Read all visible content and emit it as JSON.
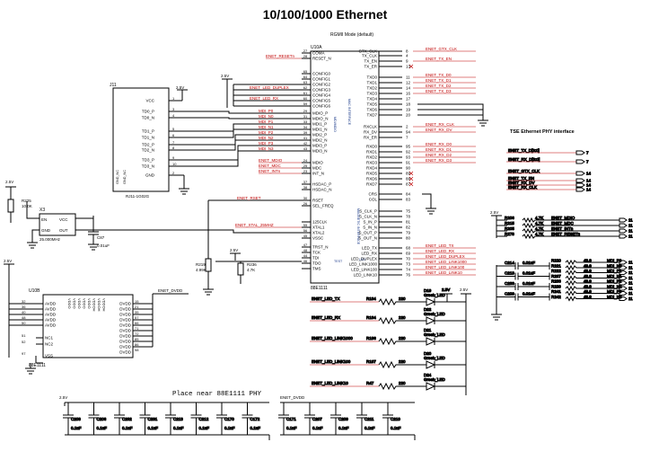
{
  "title": "10/100/1000 Ethernet",
  "mode_label": "RGMII Mode (default)",
  "note": "Place near 88E1111 PHY",
  "tse_title": "TSE Ethernet PHY interface",
  "u10a": {
    "ref": "U10A",
    "part": "88E1111",
    "side_labels": [
      "MAC INTERFACE",
      "MDI/MDIO",
      "MAGNETIC INTERFACE",
      "LED",
      "TEST"
    ],
    "left_pins": [
      {
        "num": "27",
        "name": "COMA",
        "net": ""
      },
      {
        "num": "28",
        "name": "RESET_N",
        "net": "ENET_RESETn"
      },
      {
        "num": "65",
        "name": "CONFIG0",
        "net": ""
      },
      {
        "num": "64",
        "name": "CONFIG1",
        "net": ""
      },
      {
        "num": "63",
        "name": "CONFIG2",
        "net": ""
      },
      {
        "num": "62",
        "name": "CONFIG3",
        "net": "ENET_LED_DUPLEX"
      },
      {
        "num": "61",
        "name": "CONFIG4",
        "net": ""
      },
      {
        "num": "60",
        "name": "CONFIG5",
        "net": "ENET_LED_RX"
      },
      {
        "num": "59",
        "name": "CONFIG6",
        "net": ""
      },
      {
        "num": "29",
        "name": "MDIO_P",
        "net": "MDI_P0"
      },
      {
        "num": "31",
        "name": "MDIO_N",
        "net": "MDI_N0"
      },
      {
        "num": "33",
        "name": "MDI1_P",
        "net": "MDI_P1"
      },
      {
        "num": "34",
        "name": "MDI1_N",
        "net": "MDI_N1"
      },
      {
        "num": "39",
        "name": "MDI2_P",
        "net": "MDI_P2"
      },
      {
        "num": "41",
        "name": "MDI2_N",
        "net": "MDI_N2"
      },
      {
        "num": "42",
        "name": "MDI3_P",
        "net": "MDI_P3"
      },
      {
        "num": "43",
        "name": "MDI3_N",
        "net": "MDI_N3"
      },
      {
        "num": "24",
        "name": "MDIO",
        "net": "ENET_MDIO"
      },
      {
        "num": "25",
        "name": "MDC",
        "net": "ENET_MDC"
      },
      {
        "num": "23",
        "name": "INT_N",
        "net": "ENET_INTn"
      },
      {
        "num": "37",
        "name": "HSDAC_P",
        "net": ""
      },
      {
        "num": "38",
        "name": "HSDAC_N",
        "net": ""
      },
      {
        "num": "30",
        "name": "RSET",
        "net": "ENET_RSET"
      },
      {
        "num": "26",
        "name": "SEL_FREQ",
        "net": ""
      },
      {
        "num": "",
        "name": "125CLK",
        "net": ""
      },
      {
        "num": "55",
        "name": "XTAL1",
        "net": "ENET_XTAL_25MHZ"
      },
      {
        "num": "56",
        "name": "XTAL2",
        "net": ""
      },
      {
        "num": "45",
        "name": "VSSC",
        "net": ""
      },
      {
        "num": "47",
        "name": "TRST_N",
        "net": ""
      },
      {
        "num": "48",
        "name": "TCK",
        "net": ""
      },
      {
        "num": "44",
        "name": "TDI",
        "net": ""
      },
      {
        "num": "46",
        "name": "TDO",
        "net": ""
      },
      {
        "num": "",
        "name": "TMS",
        "net": ""
      }
    ],
    "right_pins": [
      {
        "num": "8",
        "name": "GTX_CLK",
        "net": "ENET_GTX_CLK"
      },
      {
        "num": "4",
        "name": "TX_CLK",
        "net": ""
      },
      {
        "num": "9",
        "name": "TX_EN",
        "net": "ENET_TX_EN"
      },
      {
        "num": "13",
        "name": "TX_ER",
        "net": ""
      },
      {
        "num": "11",
        "name": "TXD0",
        "net": "ENET_TX_D0"
      },
      {
        "num": "12",
        "name": "TXD1",
        "net": "ENET_TX_D1"
      },
      {
        "num": "14",
        "name": "TXD2",
        "net": "ENET_TX_D2"
      },
      {
        "num": "16",
        "name": "TXD3",
        "net": "ENET_TX_D3"
      },
      {
        "num": "17",
        "name": "TXD4",
        "net": ""
      },
      {
        "num": "18",
        "name": "TXD5",
        "net": ""
      },
      {
        "num": "19",
        "name": "TXD6",
        "net": ""
      },
      {
        "num": "20",
        "name": "TXD7",
        "net": ""
      },
      {
        "num": "2",
        "name": "RXCLK",
        "net": "ENET_RX_CLK"
      },
      {
        "num": "94",
        "name": "RX_DV",
        "net": "ENET_RX_DV"
      },
      {
        "num": "7",
        "name": "RX_ER",
        "net": ""
      },
      {
        "num": "95",
        "name": "RXD0",
        "net": "ENET_RX_D0"
      },
      {
        "num": "92",
        "name": "RXD1",
        "net": "ENET_RX_D1"
      },
      {
        "num": "93",
        "name": "RXD2",
        "net": "ENET_RX_D2"
      },
      {
        "num": "91",
        "name": "RXD3",
        "net": "ENET_RX_D3"
      },
      {
        "num": "90",
        "name": "RXD4",
        "net": ""
      },
      {
        "num": "89",
        "name": "RXD5",
        "net": ""
      },
      {
        "num": "88",
        "name": "RXD6",
        "net": ""
      },
      {
        "num": "87",
        "name": "RXD7",
        "net": ""
      },
      {
        "num": "84",
        "name": "CRS",
        "net": ""
      },
      {
        "num": "83",
        "name": "COL",
        "net": ""
      },
      {
        "num": "75",
        "name": "S_CLK_P",
        "net": ""
      },
      {
        "num": "78",
        "name": "S_CLK_N",
        "net": ""
      },
      {
        "num": "81",
        "name": "S_IN_P",
        "net": ""
      },
      {
        "num": "82",
        "name": "S_IN_N",
        "net": ""
      },
      {
        "num": "79",
        "name": "S_OUT_P",
        "net": ""
      },
      {
        "num": "80",
        "name": "S_OUT_N",
        "net": ""
      },
      {
        "num": "68",
        "name": "LED_TX",
        "net": "ENET_LED_TX"
      },
      {
        "num": "69",
        "name": "LED_RX",
        "net": "ENET_LED_RX"
      },
      {
        "num": "70",
        "name": "LED_DUPLEX",
        "net": "ENET_LED_DUPLEX"
      },
      {
        "num": "73",
        "name": "LED_LINK1000",
        "net": "ENET_LED_LINK1000"
      },
      {
        "num": "74",
        "name": "LED_LINK100",
        "net": "ENET_LED_LINK100"
      },
      {
        "num": "76",
        "name": "LED_LINK10",
        "net": "ENET_LED_LINK10"
      }
    ]
  },
  "j11": {
    "ref": "J11",
    "part": "RJ11-1G02G",
    "pins": [
      {
        "num": "1",
        "name": "VCC"
      },
      {
        "num": "3",
        "name": "TD0_P"
      },
      {
        "num": "4",
        "name": "TD0_N"
      },
      {
        "num": "5",
        "name": "TD1_P"
      },
      {
        "num": "6",
        "name": "TD1_N"
      },
      {
        "num": "7",
        "name": "TD2_P"
      },
      {
        "num": "8",
        "name": "TD2_N"
      },
      {
        "num": "9",
        "name": "TD3_P"
      },
      {
        "num": "10",
        "name": "TD3_N"
      },
      {
        "num": "2",
        "name": "GND"
      }
    ],
    "shield_labels": [
      "GND_NC",
      "GND_NC"
    ]
  },
  "x3": {
    "ref": "X3",
    "freq": "25.000MHz",
    "pins": [
      "EN",
      "VCC",
      "GND",
      "OUT"
    ]
  },
  "u10b": {
    "ref": "U10B",
    "part": "88E1111",
    "left": [
      "AVDD",
      "AVDD",
      "AVDD",
      "AVDD",
      "AVDD",
      "NC1",
      "NC2",
      "VSS"
    ],
    "mid": [
      "VDDO",
      "VDDO",
      "VDDO",
      "VDDO",
      "VDDO",
      "VDDOH",
      "VDDOH",
      "VDDOH"
    ],
    "right": [
      "DVDD",
      "DVDD",
      "DVDD",
      "DVDD",
      "DVDD",
      "DVDD",
      "DVDD",
      "DVDD",
      "DVDD",
      "DVDD"
    ],
    "left_nums": [
      "32",
      "36",
      "40",
      "48",
      "50",
      "51",
      "52",
      "97"
    ],
    "right_nums": [
      "15",
      "21",
      "35",
      "57",
      "66",
      "71",
      "72",
      "85",
      "86",
      "98"
    ]
  },
  "components": {
    "r225": {
      "ref": "R225",
      "value": "10.0K"
    },
    "c87": {
      "ref": "C87",
      "value": "0.01uF"
    },
    "r219": {
      "ref": "R219",
      "value": "4.99K"
    },
    "r236": {
      "ref": "R236",
      "value": "4.7K"
    }
  },
  "rails": {
    "v25": "2.5V",
    "enet_dvdd": "ENET_DVDD"
  },
  "leds": [
    {
      "net": "ENET_LED_TX",
      "rref": "R184",
      "rval": "220",
      "dref": "D19",
      "dval": "Green_LED"
    },
    {
      "net": "ENET_LED_RX",
      "rref": "R184",
      "rval": "220",
      "dref": "D22",
      "dval": "Green_LED"
    },
    {
      "net": "ENET_LED_LINK1000",
      "rref": "R196",
      "rval": "220",
      "dref": "D21",
      "dval": "Green_LED"
    },
    {
      "net": "ENET_LED_LINK100",
      "rref": "R197",
      "rval": "220",
      "dref": "D20",
      "dval": "Green_LED"
    },
    {
      "net": "ENET_LED_LINK10",
      "rref": "R47",
      "rval": "220",
      "dref": "D24",
      "dval": "Green_LED"
    }
  ],
  "tse_signals": [
    {
      "net": "ENET_TX_D[3:0]",
      "pin": "7"
    },
    {
      "net": "ENET_RX_D[3:0]",
      "pin": "7"
    },
    {
      "net": "ENET_GTX_CLK",
      "pin": "14"
    },
    {
      "net": "ENET_TX_EN",
      "pin": "14"
    },
    {
      "net": "ENET_RX_DV",
      "pin": "14"
    },
    {
      "net": "ENET_RX_CLK",
      "pin": "14"
    }
  ],
  "pullups": [
    {
      "ref": "R206",
      "value": "4.7K",
      "net": "ENET_MDIO",
      "pin": "11"
    },
    {
      "ref": "R215",
      "value": "4.7K",
      "net": "ENET_MDC",
      "pin": "11"
    },
    {
      "ref": "R205",
      "value": "4.7K",
      "net": "ENET_INTn",
      "pin": "11"
    },
    {
      "ref": "R278",
      "value": "4.7K",
      "net": "ENET_RESETn",
      "pin": "11"
    }
  ],
  "terminations": [
    {
      "cref": "C214",
      "cval": "0.01uF",
      "r1": "R220",
      "r2": "R221",
      "rval": "49.9",
      "n1": "MDI_P0",
      "n2": "MDI_N0"
    },
    {
      "cref": "C213",
      "cval": "0.01uF",
      "r1": "R222",
      "r2": "R237",
      "rval": "49.9",
      "n1": "MDI_P1",
      "n2": "MDI_N1"
    },
    {
      "cref": "C233",
      "cval": "0.01uF",
      "r1": "R238",
      "r2": "R239",
      "rval": "49.9",
      "n1": "MDI_P2",
      "n2": "MDI_N2"
    },
    {
      "cref": "C209",
      "cval": "0.01uF",
      "r1": "R241",
      "r2": "R242",
      "rval": "49.9",
      "n1": "MDI_P3",
      "n2": "MDI_N3"
    }
  ],
  "decoupling_25v": [
    "C208",
    "C206",
    "C232",
    "C231",
    "C213",
    "C212",
    "C170",
    "C172"
  ],
  "decoupling_dvdd": [
    "C171",
    "C207",
    "C209",
    "C211",
    "C210"
  ],
  "cap_value": "0.1uF"
}
